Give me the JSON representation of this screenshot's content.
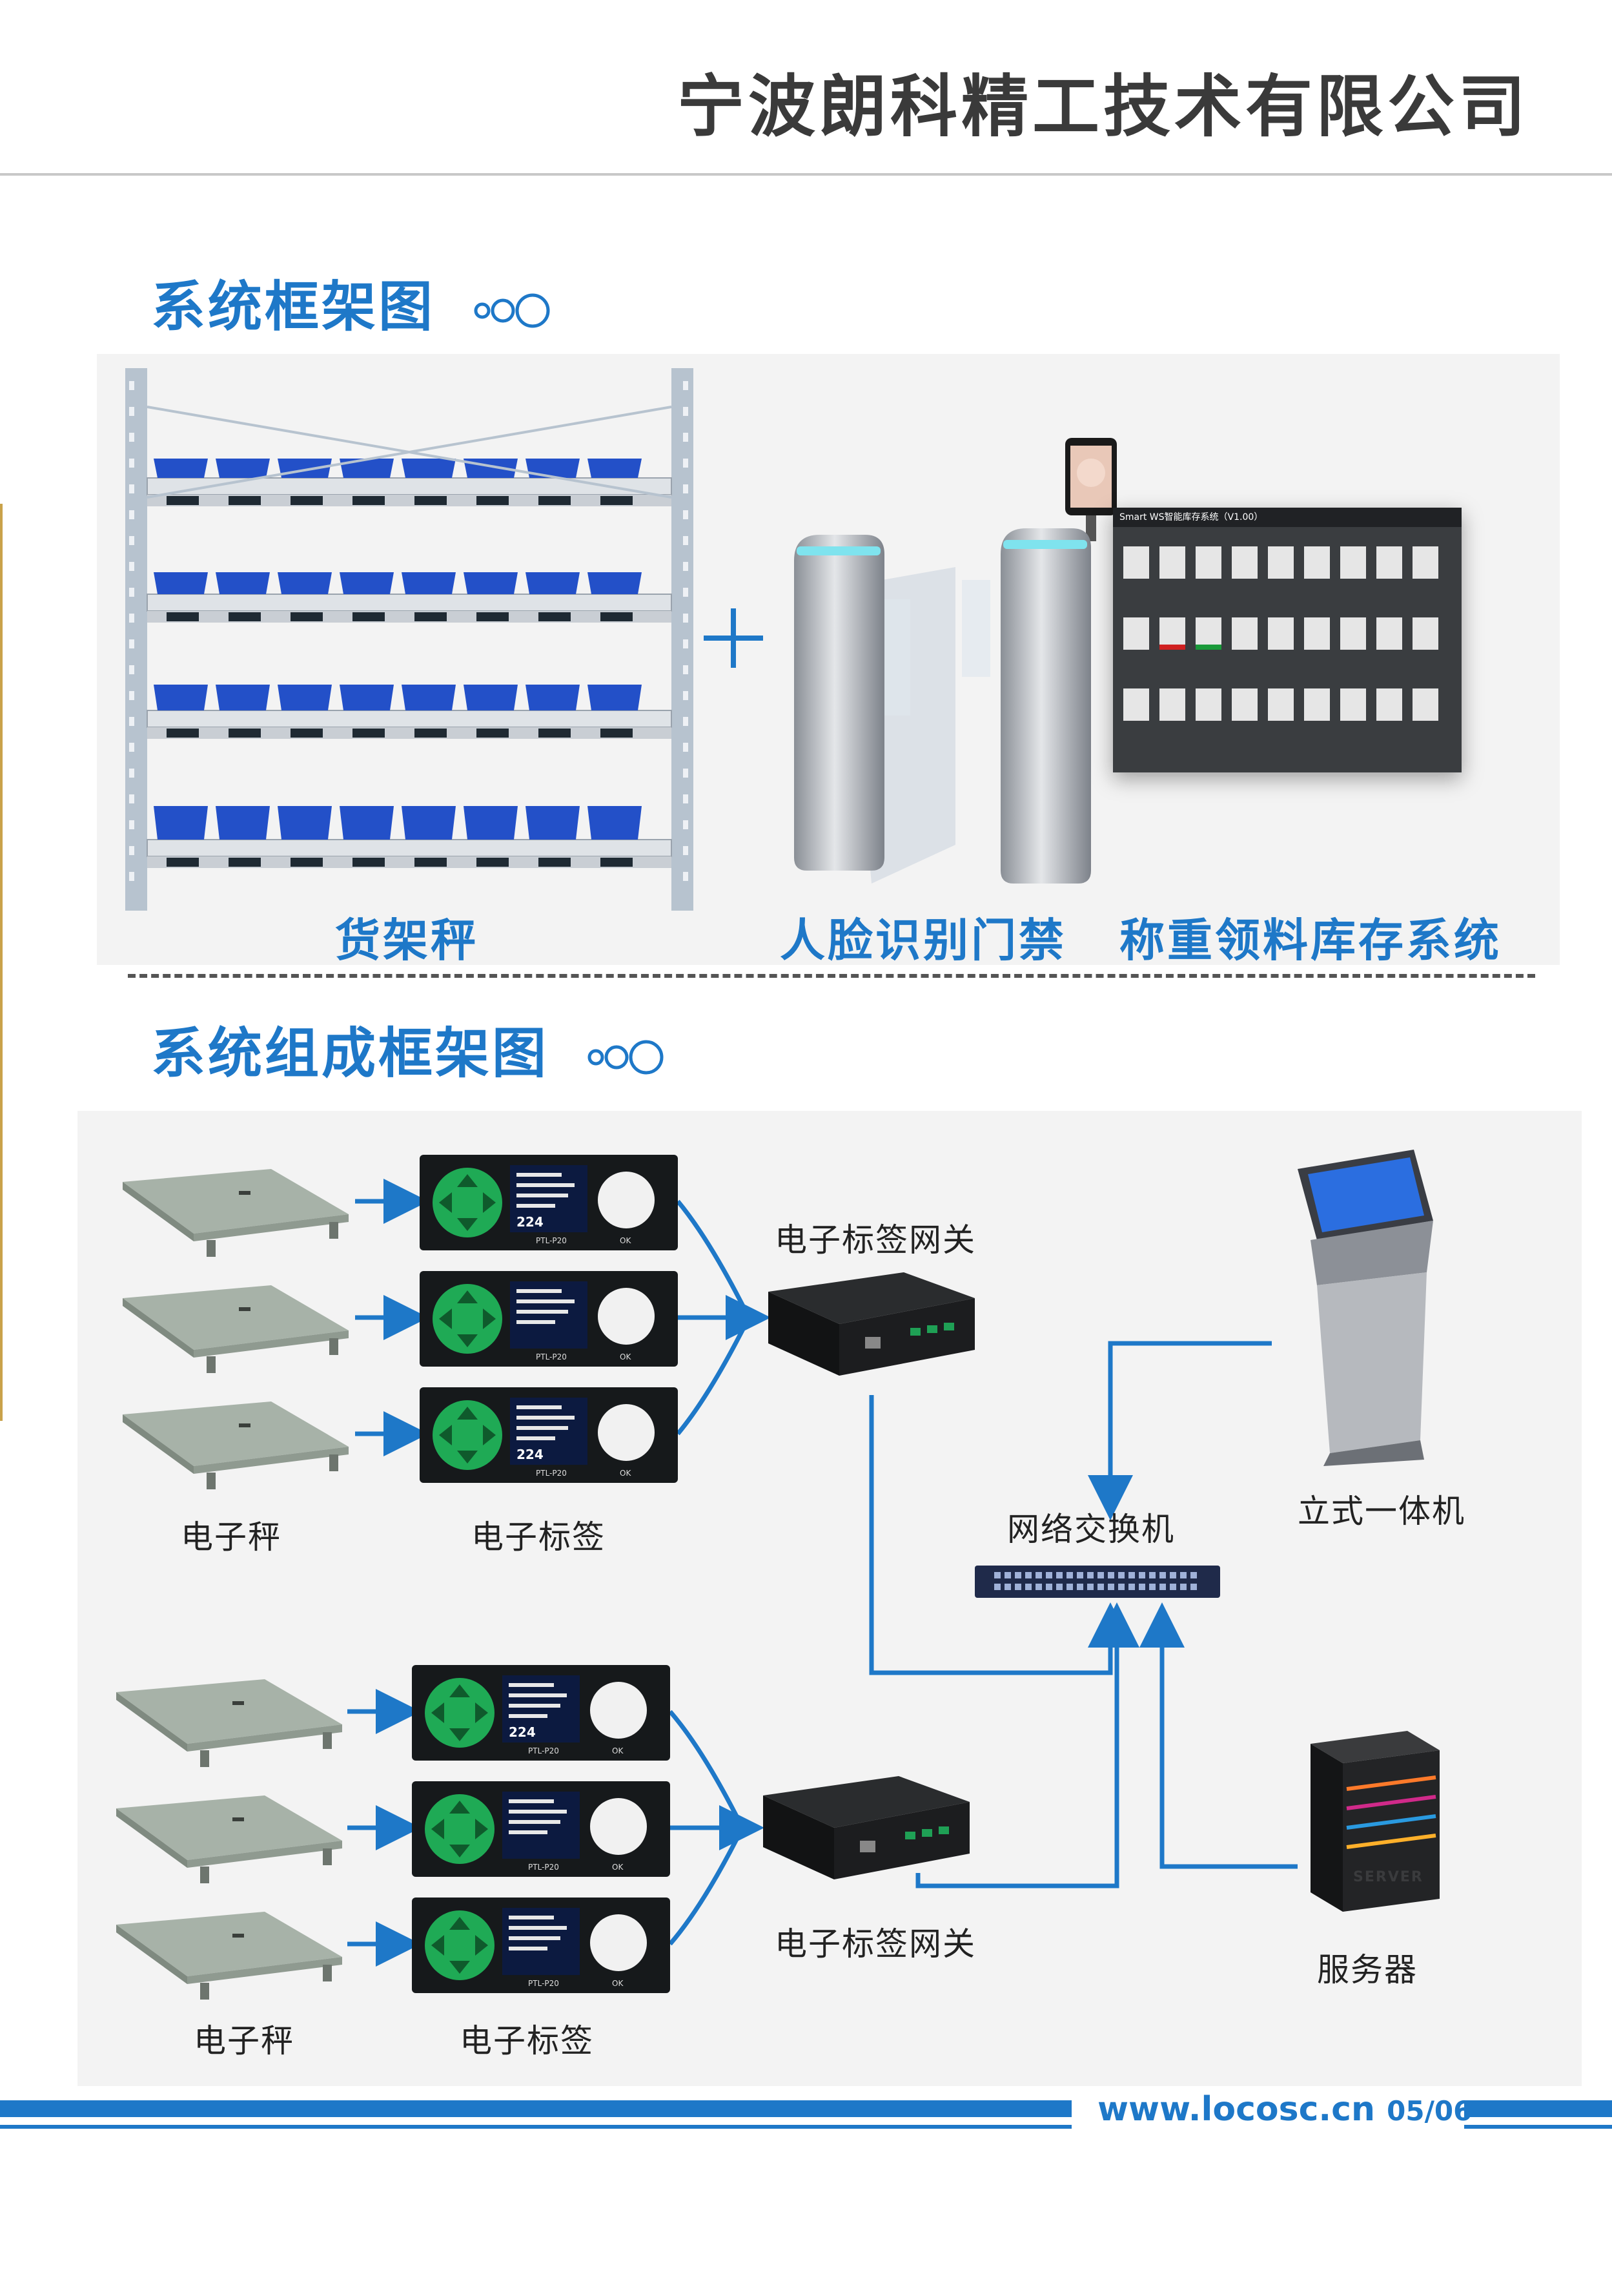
{
  "header": {
    "company": "宁波朗科精工技术有限公司"
  },
  "section1": {
    "title": "系统框架图",
    "captions": [
      "货架秤",
      "人脸识别门禁",
      "称重领料库存系统"
    ],
    "screen": {
      "title": "Smart WS智能库存系统（V1.00）"
    }
  },
  "section2": {
    "title": "系统组成框架图",
    "labels": {
      "gateway_top": "电子标签网关",
      "gateway_bottom": "电子标签网关",
      "scale_top": "电子秤",
      "tag_top": "电子标签",
      "scale_bottom": "电子秤",
      "tag_bottom": "电子标签",
      "switch": "网络交换机",
      "kiosk": "立式一体机",
      "server": "服务器"
    },
    "device": {
      "model": "PTL-P20",
      "ok": "OK",
      "count": "224",
      "server_text": "SERVER"
    }
  },
  "footer": {
    "url": "www.locosc.cn",
    "page": "05/06"
  },
  "colors": {
    "accent": "#1e78c8",
    "bin": "#2350c8",
    "panel": "#f3f3f3"
  }
}
